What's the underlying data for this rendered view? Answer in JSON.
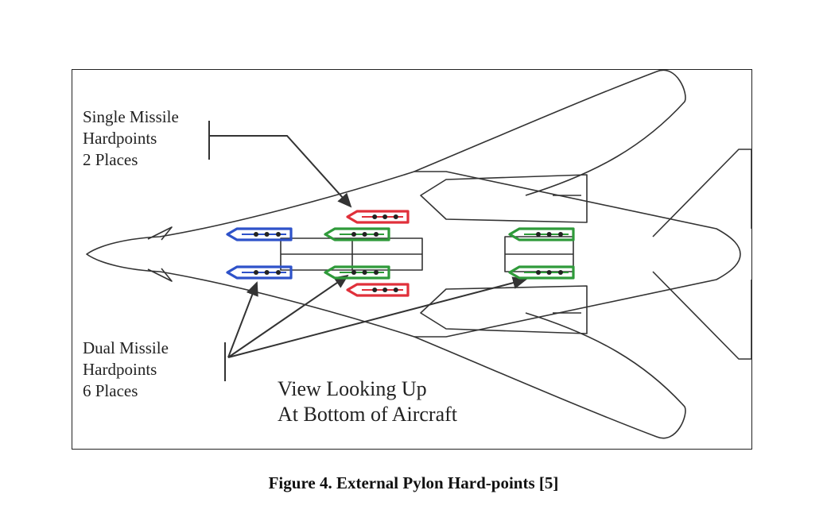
{
  "figure": {
    "caption": "Figure 4.  External Pylon Hard-points [5]",
    "single_missile_label": [
      "Single Missile",
      "Hardpoints",
      "2 Places"
    ],
    "dual_missile_label": [
      "Dual Missile",
      "Hardpoints",
      "6 Places"
    ],
    "view_label": [
      "View Looking Up",
      "At Bottom of Aircraft"
    ]
  },
  "colors": {
    "outline": "#333333",
    "single_hardpoint": "#e0303a",
    "dual_hardpoint_forward": "#2e52c9",
    "dual_hardpoint_other": "#2f9a3a"
  },
  "hardpoints": {
    "single_count": 2,
    "dual_count": 6
  }
}
